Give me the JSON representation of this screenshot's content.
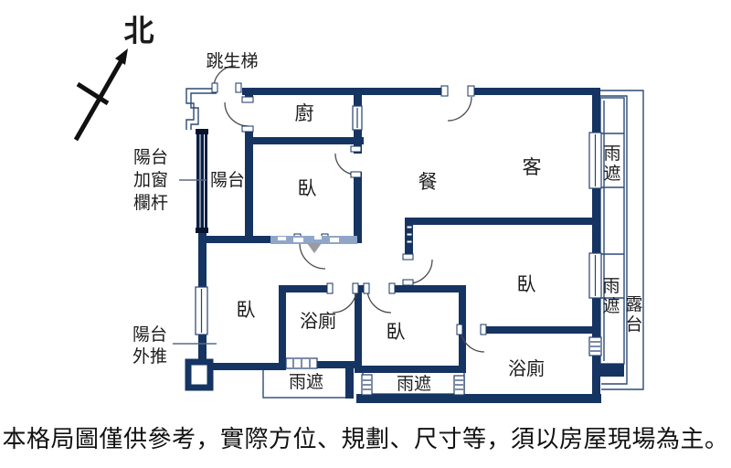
{
  "compass": {
    "north": "北"
  },
  "annotations": {
    "escape_ladder": "跳生梯",
    "balcony_window_railing": "陽台\n加窗\n欄杆",
    "balcony_pushed_out": "陽台\n外推"
  },
  "rooms": {
    "kitchen": "廚",
    "balcony": "陽台",
    "bedroom_top": "臥",
    "dining": "餐",
    "living": "客",
    "bedroom_right": "臥",
    "bedroom_middle": "臥",
    "bedroom_left": "臥",
    "bathroom_left": "浴廁",
    "bathroom_right": "浴廁",
    "rain_canopy_right_upper": "雨\n遮",
    "rain_canopy_right_lower": "雨\n遮",
    "terrace": "露\n台",
    "rain_canopy_bottom_left": "雨遮",
    "rain_canopy_bottom_right": "雨遮"
  },
  "footer": {
    "disclaimer": "本格局圖僅供參考，實際方位、規劃、尺寸等，須以房屋現場為主。"
  },
  "colors": {
    "wall": "#153462",
    "text": "#1c1c1c",
    "watermark": "#8fa6c8"
  }
}
